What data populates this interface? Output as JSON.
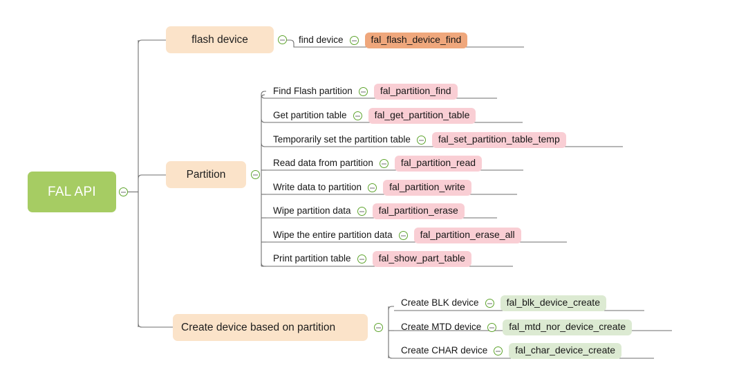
{
  "diagram": {
    "type": "mind-map",
    "title": "FAL API",
    "background": "#ffffff",
    "colors": {
      "root": "#a6cc63",
      "branch": "#fbe3c9",
      "badge_orange": "#efa77c",
      "badge_pink": "#f9ced4",
      "badge_green": "#dcead2",
      "connector": "#6e6e6e",
      "toggle_border": "#5da32c"
    },
    "toggle_icon": "collapse-minus-icon"
  },
  "root": {
    "label": "FAL API"
  },
  "branches": [
    {
      "id": "flash-device",
      "label": "flash device",
      "children": [
        {
          "label": "find device",
          "function": "fal_flash_device_find"
        }
      ]
    },
    {
      "id": "partition",
      "label": "Partition",
      "children": [
        {
          "label": "Find Flash partition",
          "function": "fal_partition_find"
        },
        {
          "label": "Get partition table",
          "function": "fal_get_partition_table"
        },
        {
          "label": "Temporarily set the partition table",
          "function": "fal_set_partition_table_temp"
        },
        {
          "label": "Read data from partition",
          "function": "fal_partition_read"
        },
        {
          "label": "Write data to partition",
          "function": "fal_partition_write"
        },
        {
          "label": "Wipe partition data",
          "function": "fal_partition_erase"
        },
        {
          "label": "Wipe the entire partition data",
          "function": "fal_partition_erase_all"
        },
        {
          "label": "Print partition table",
          "function": "fal_show_part_table"
        }
      ]
    },
    {
      "id": "create-device",
      "label": "Create device based on partition",
      "children": [
        {
          "label": "Create BLK device",
          "function": "fal_blk_device_create"
        },
        {
          "label": "Create MTD device",
          "function": "fal_mtd_nor_device_create"
        },
        {
          "label": "Create CHAR device",
          "function": "fal_char_device_create"
        }
      ]
    }
  ]
}
